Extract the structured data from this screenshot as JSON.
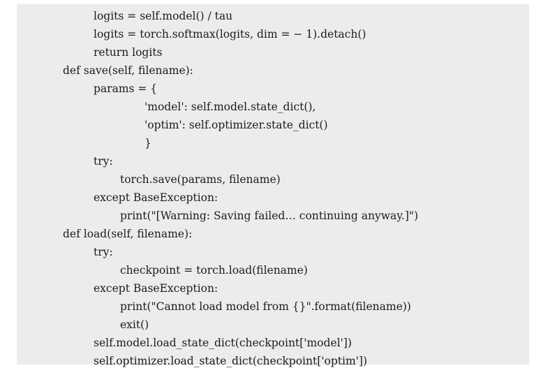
{
  "code": {
    "lines": [
      "logits = self.model() / tau",
      "logits = torch.softmax(logits, dim = − 1).detach()",
      "return logits",
      "def save(self, filename):",
      "params = {",
      "'model': self.model.state_dict(),",
      "'optim': self.optimizer.state_dict()",
      "}",
      "try:",
      "torch.save(params, filename)",
      "except BaseException:",
      "print(\"[Warning: Saving failed… continuing anyway.]\")",
      "def load(self, filename):",
      "try:",
      "checkpoint = torch.load(filename)",
      "except BaseException:",
      "print(\"Cannot load model from {}\".format(filename))",
      "exit()",
      "self.model.load_state_dict(checkpoint['model'])",
      "self.optimizer.load_state_dict(checkpoint['optim'])"
    ]
  }
}
